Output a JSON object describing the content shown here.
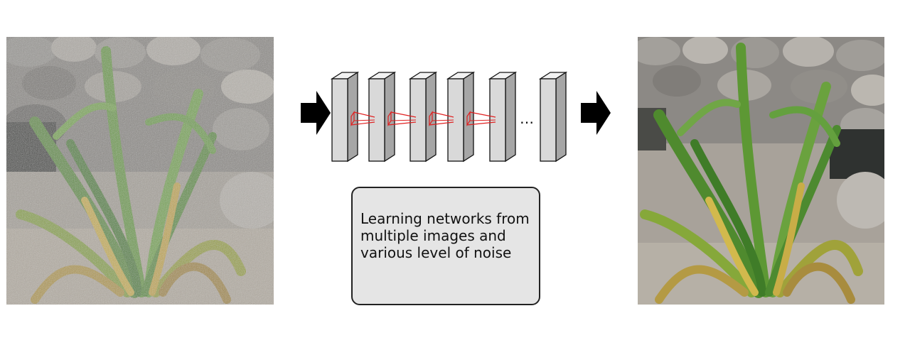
{
  "figure": {
    "input_image": {
      "icon": "noisy-plant-photo"
    },
    "output_image": {
      "icon": "denoised-plant-photo"
    },
    "network": {
      "layer_count_shown": 6,
      "connection_count": 4,
      "ellipsis": "…",
      "layer_color": "#d9d9d9",
      "connection_color": "#e02020"
    },
    "caption": "Learning networks from multiple images and various level of noise"
  }
}
